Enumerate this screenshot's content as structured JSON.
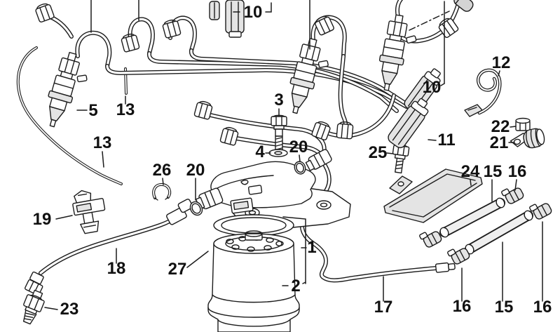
{
  "diagram": {
    "type": "exploded-parts-diagram",
    "subject": "Diesel fuel injection system: injection pipes, injectors, fuel filter, hoses and clamps",
    "background_color": "#ffffff",
    "line_color": "#1c1c1c",
    "callouts": [
      {
        "label": "5"
      },
      {
        "label": "13"
      },
      {
        "label": "13"
      },
      {
        "label": "19"
      },
      {
        "label": "26"
      },
      {
        "label": "20"
      },
      {
        "label": "18"
      },
      {
        "label": "23"
      },
      {
        "label": "27"
      },
      {
        "label": "3"
      },
      {
        "label": "4"
      },
      {
        "label": "20"
      },
      {
        "label": "10"
      },
      {
        "label": "10"
      },
      {
        "label": "12"
      },
      {
        "label": "22"
      },
      {
        "label": "21"
      },
      {
        "label": "11"
      },
      {
        "label": "25"
      },
      {
        "label": "24"
      },
      {
        "label": "15"
      },
      {
        "label": "16"
      },
      {
        "label": "1"
      },
      {
        "label": "2"
      },
      {
        "label": "17"
      },
      {
        "label": "16"
      },
      {
        "label": "15"
      },
      {
        "label": "16"
      }
    ]
  }
}
